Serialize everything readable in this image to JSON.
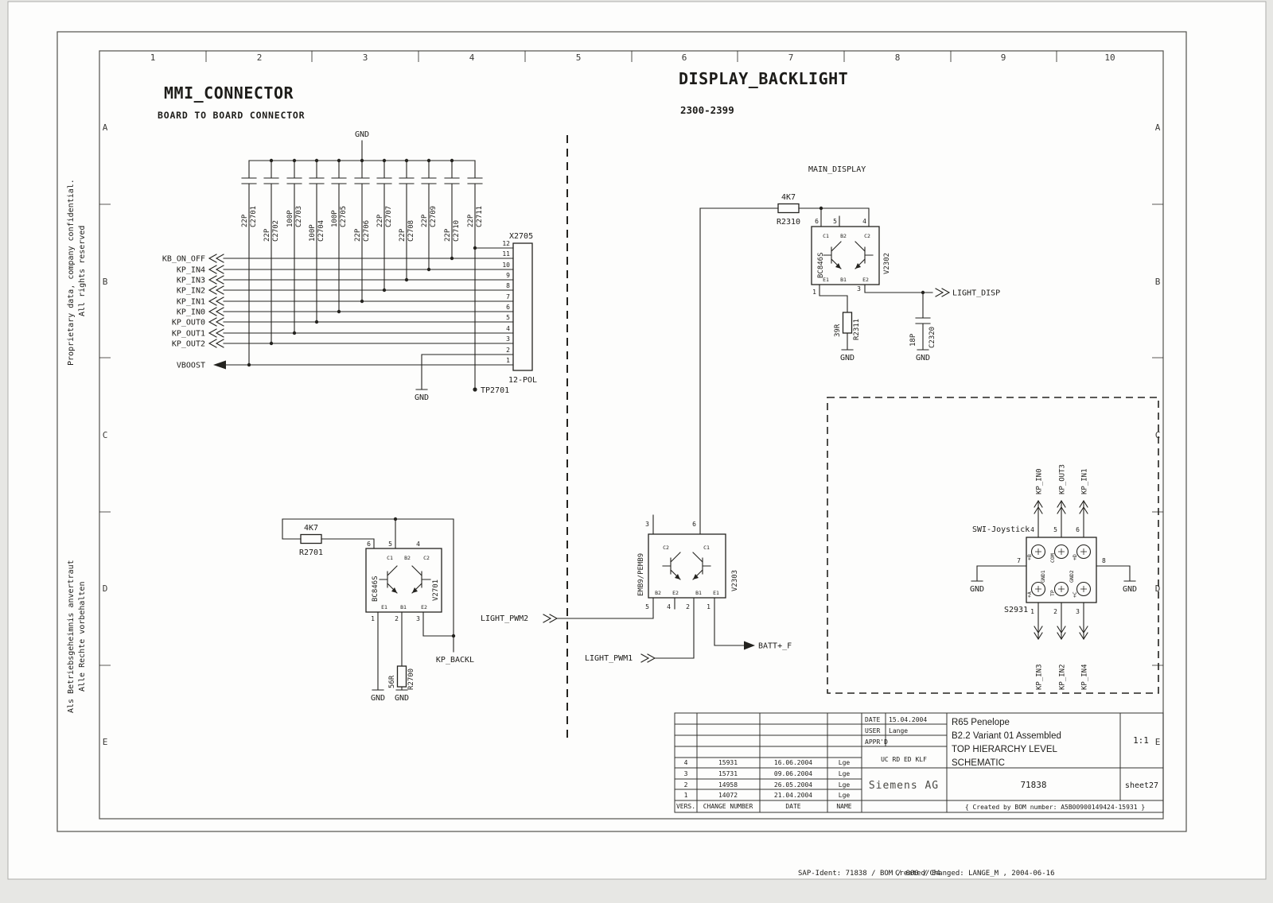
{
  "frame": {
    "columns": [
      "1",
      "2",
      "3",
      "4",
      "5",
      "6",
      "7",
      "8",
      "9",
      "10"
    ],
    "rows": [
      "A",
      "B",
      "C",
      "D",
      "E"
    ],
    "note_en_1": "Proprietary data, company confidential.",
    "note_en_2": "All rights reserved",
    "note_de_1": "Als Betriebsgeheimnis anvertraut",
    "note_de_2": "Alle Rechte vorbehalten",
    "footer_sap": "SAP-Ident: 71838 / BOM / 000 / 04",
    "footer_created": "Created/Changed: LANGE_M , 2004-06-16"
  },
  "mmi": {
    "title": "MMI_CONNECTOR",
    "subtitle": "BOARD TO BOARD CONNECTOR",
    "gnd_top": "GND",
    "caps": [
      {
        "v": "22P",
        "r": "C2701"
      },
      {
        "v": "22P",
        "r": "C2702"
      },
      {
        "v": "100P",
        "r": "C2703"
      },
      {
        "v": "100P",
        "r": "C2704"
      },
      {
        "v": "100P",
        "r": "C2705"
      },
      {
        "v": "22P",
        "r": "C2706"
      },
      {
        "v": "22P",
        "r": "C2707"
      },
      {
        "v": "22P",
        "r": "C2708"
      },
      {
        "v": "22P",
        "r": "C2709"
      },
      {
        "v": "22P",
        "r": "C2710"
      },
      {
        "v": "22P",
        "r": "C2711"
      }
    ],
    "signals": [
      "KB_ON_OFF",
      "KP_IN4",
      "KP_IN3",
      "KP_IN2",
      "KP_IN1",
      "KP_IN0",
      "KP_OUT0",
      "KP_OUT1",
      "KP_OUT2"
    ],
    "vboost": "VBOOST",
    "connector_ref": "X2705",
    "connector_type": "12-POL",
    "pins": [
      "12",
      "11",
      "10",
      "9",
      "8",
      "7",
      "6",
      "5",
      "4",
      "3",
      "2",
      "1"
    ],
    "gnd_pin2": "GND",
    "tp": "TP2701"
  },
  "driver": {
    "r2701_value": "4K7",
    "r2701_ref": "R2701",
    "part": "BC846S",
    "ref": "V2701",
    "pins_top": [
      "6",
      "5",
      "4"
    ],
    "pins_bottom": [
      "1",
      "2",
      "3"
    ],
    "int_top": [
      "C1",
      "B2",
      "C2"
    ],
    "int_bottom": [
      "E1",
      "B1",
      "E2"
    ],
    "kp_backl": "KP_BACKL",
    "r2700_value": "56R",
    "r2700_ref": "R2700",
    "gnd_a": "GND",
    "gnd_b": "GND",
    "light_pwm2": "LIGHT_PWM2"
  },
  "pwm": {
    "part": "EMB9/PEMB9",
    "ref": "V2303",
    "pins_top": [
      "3",
      "6"
    ],
    "pins_bottom": [
      "5",
      "4",
      "2",
      "1"
    ],
    "int_top": [
      "C2",
      "C1"
    ],
    "int_bottom": [
      "B2",
      "E2",
      "B1",
      "E1"
    ],
    "light_pwm1": "LIGHT_PWM1",
    "batt": "BATT+_F"
  },
  "backlight": {
    "title": "DISPLAY_BACKLIGHT",
    "range": "2300-2399",
    "main_display": "MAIN_DISPLAY",
    "r2310_value": "4K7",
    "r2310_ref": "R2310",
    "part": "BC846S",
    "ref": "V2302",
    "pins_top": [
      "6",
      "5",
      "4"
    ],
    "pins_bottom": [
      "1",
      "3"
    ],
    "int_top": [
      "C1",
      "B2",
      "C2"
    ],
    "int_bottom": [
      "E1",
      "B1",
      "E2"
    ],
    "light_disp": "LIGHT_DISP",
    "r2311_value": "39R",
    "r2311_ref": "R2311",
    "c2320_value": "18P",
    "c2320_ref": "C2320",
    "gnd_a": "GND",
    "gnd_b": "GND"
  },
  "joystick": {
    "label": "SWI-Joystick",
    "ref": "S2931",
    "pins_top": [
      "4",
      "5",
      "6"
    ],
    "pin_left": "7",
    "pin_right": "8",
    "pins_bottom": [
      "1",
      "2",
      "3"
    ],
    "contacts_top": [
      "+B",
      "COM",
      "+D"
    ],
    "contacts_bottom": [
      "+A",
      "TP",
      "+C"
    ],
    "gnd_int_1": "GND1",
    "gnd_int_2": "GND2",
    "signals_top": [
      "KP_IN0",
      "KP_OUT3",
      "KP_IN1"
    ],
    "signals_bottom": [
      "KP_IN3",
      "KP_IN2",
      "KP_IN4"
    ],
    "gnd_left": "GND",
    "gnd_right": "GND"
  },
  "titleblock": {
    "date_label": "DATE",
    "date_value": "15.04.2004",
    "user_label": "USER",
    "user_value": "Lange",
    "apprd_label": "APPR'D",
    "checkers": "UC RD ED KLF",
    "company": "Siemens AG",
    "project": "R65 Penelope",
    "variant": "B2.2 Variant 01 Assembled",
    "hierarchy": "TOP HIERARCHY LEVEL",
    "doc_type": "SCHEMATIC",
    "scale": "1:1",
    "doc_number": "71838",
    "sheet": "sheet27",
    "bom_note": "{ Created by BOM number: A5B00900149424-15931 }",
    "rev_header": [
      "VERS.",
      "CHANGE NUMBER",
      "DATE",
      "NAME"
    ],
    "revisions": [
      {
        "vers": "4",
        "change": "15931",
        "date": "16.06.2004",
        "name": "Lge"
      },
      {
        "vers": "3",
        "change": "15731",
        "date": "09.06.2004",
        "name": "Lge"
      },
      {
        "vers": "2",
        "change": "14958",
        "date": "26.05.2004",
        "name": "Lge"
      },
      {
        "vers": "1",
        "change": "14072",
        "date": "21.04.2004",
        "name": "Lge"
      }
    ]
  }
}
